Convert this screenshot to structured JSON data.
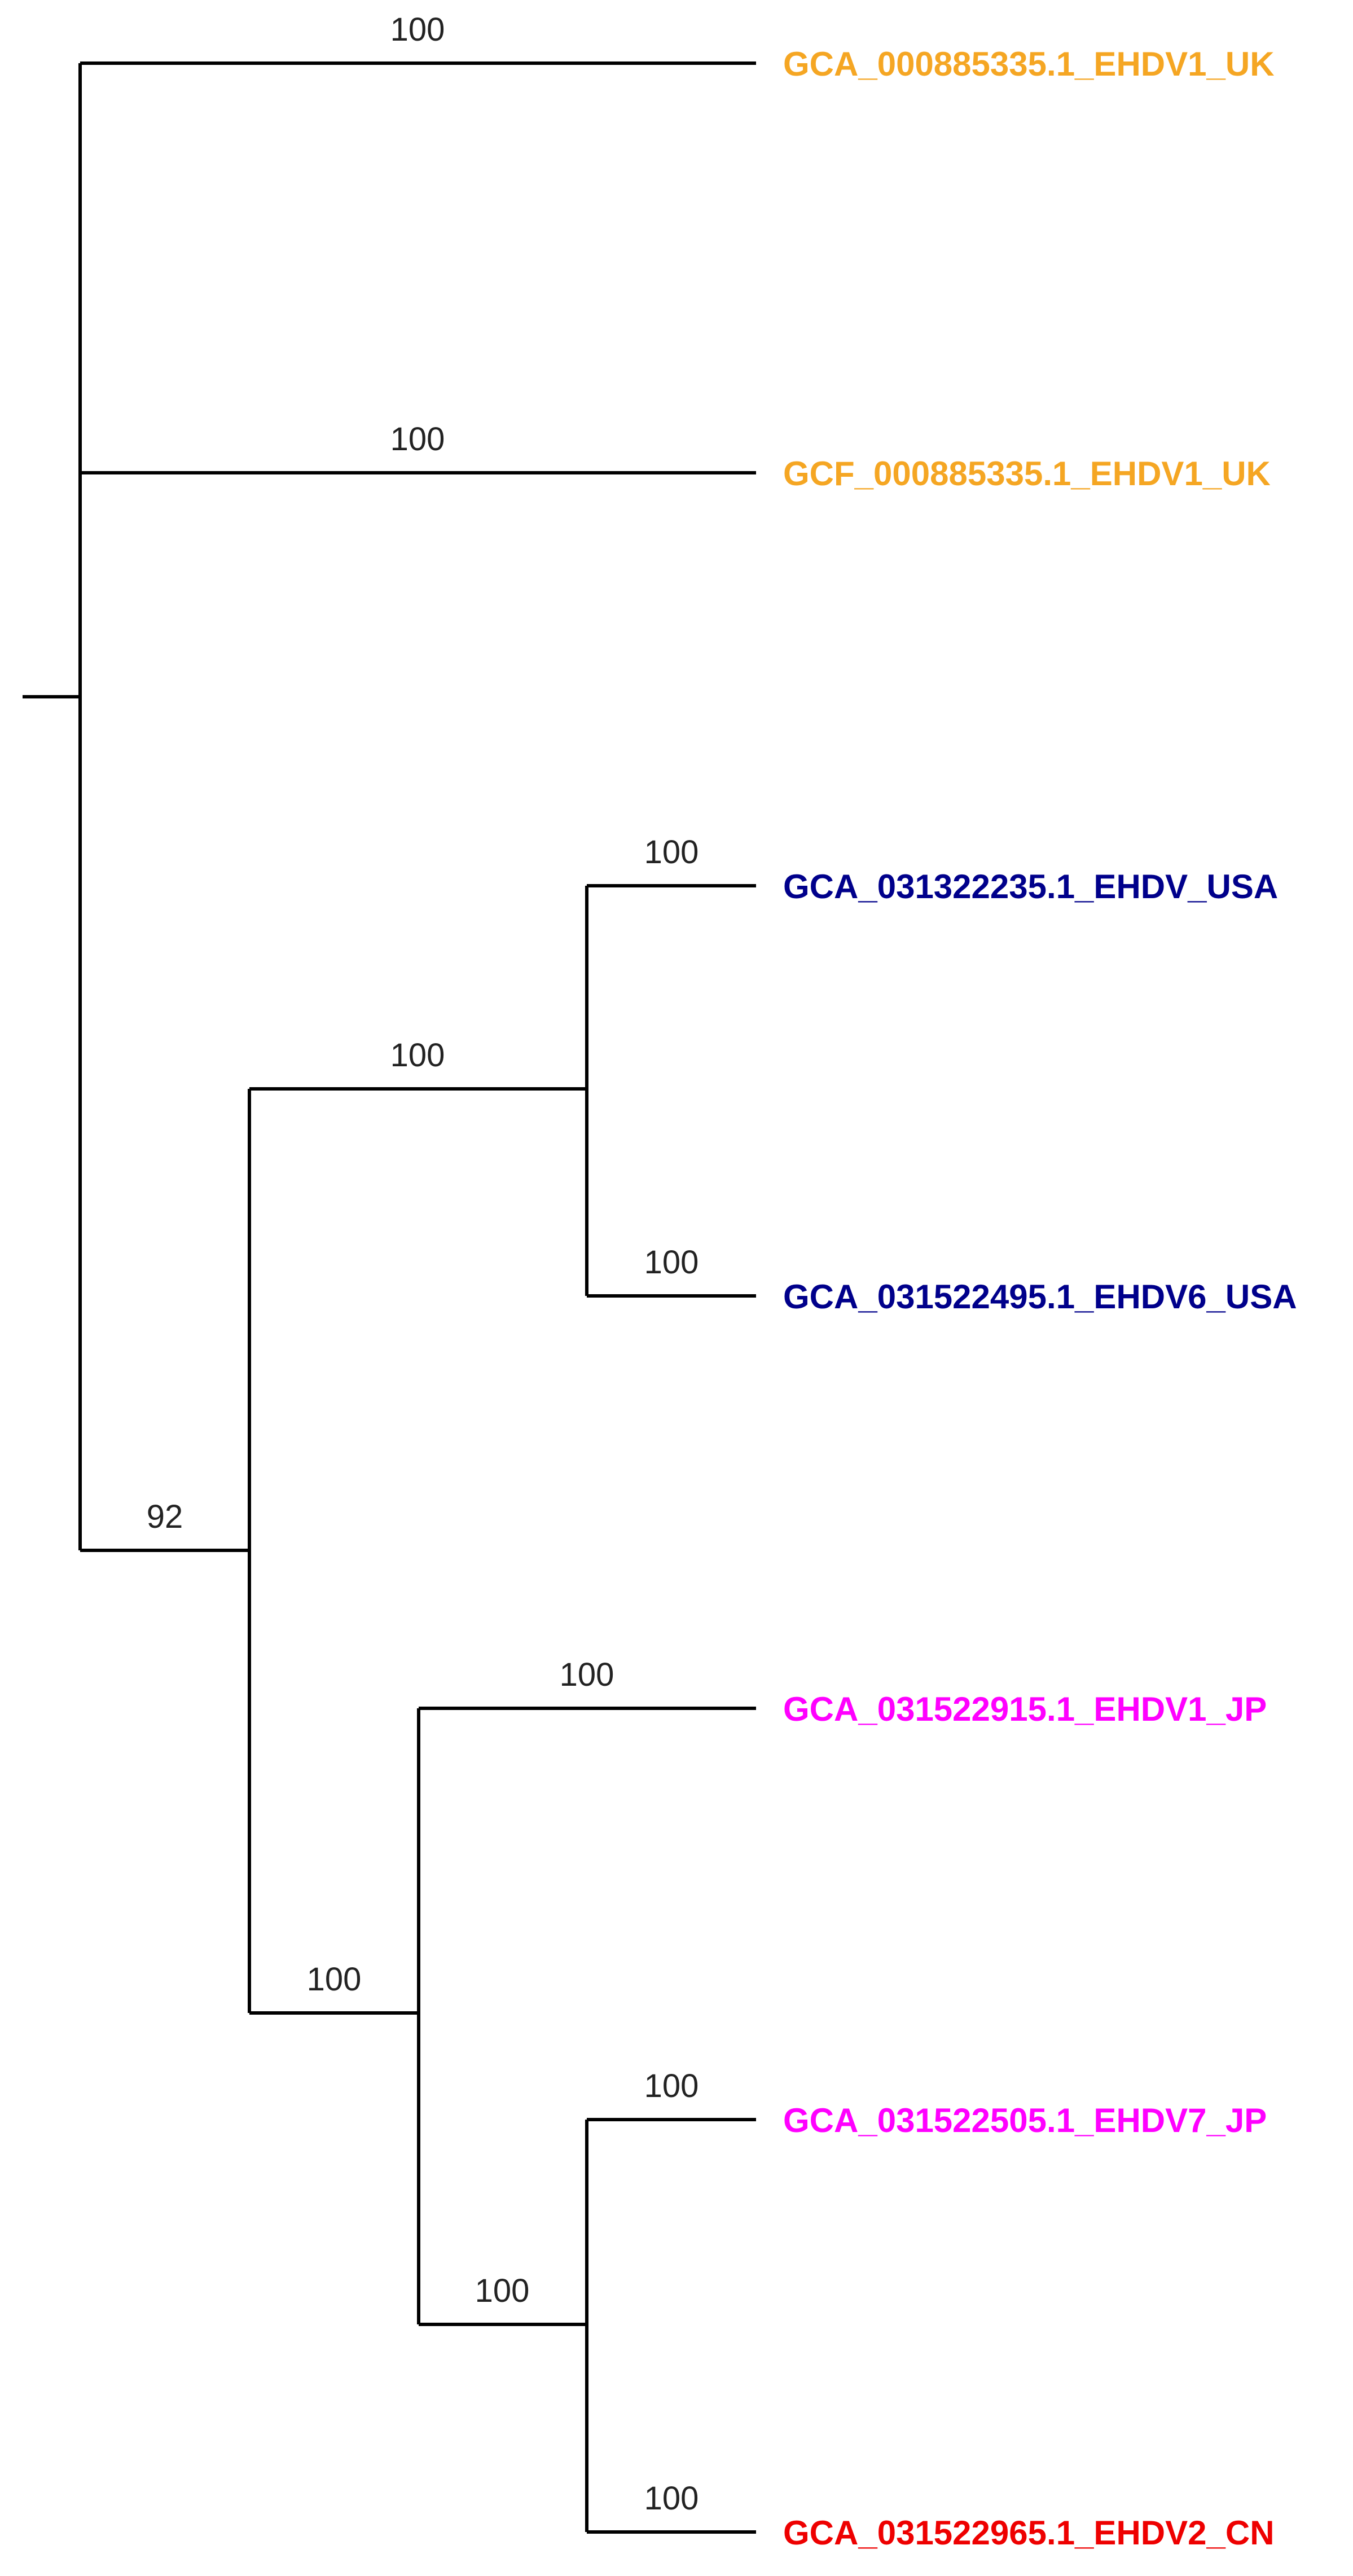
{
  "tree": {
    "colors": {
      "uk": "#f5a623",
      "usa": "#00008b",
      "jp": "#ff00ff",
      "cn": "#ee0000",
      "branch": "#000000"
    },
    "tips": [
      {
        "label": "GCA_000885335.1_EHDV1_UK",
        "color": "#f5a623"
      },
      {
        "label": "GCF_000885335.1_EHDV1_UK",
        "color": "#f5a623"
      },
      {
        "label": "GCA_031322235.1_EHDV_USA",
        "color": "#00008b"
      },
      {
        "label": "GCA_031522495.1_EHDV6_USA",
        "color": "#00008b"
      },
      {
        "label": "GCA_031522915.1_EHDV1_JP",
        "color": "#ff00ff"
      },
      {
        "label": "GCA_031522505.1_EHDV7_JP",
        "color": "#ff00ff"
      },
      {
        "label": "GCA_031522965.1_EHDV2_CN",
        "color": "#ee0000"
      }
    ],
    "supports": {
      "tip_uk_gca": "100",
      "tip_uk_gcf": "100",
      "tip_usa_1": "100",
      "tip_usa_6": "100",
      "clade_usa": "100",
      "tip_jp_1": "100",
      "tip_jp_7": "100",
      "tip_cn_2": "100",
      "clade_jp7_cn": "100",
      "clade_asia": "100",
      "clade_usa_asia": "92"
    }
  }
}
